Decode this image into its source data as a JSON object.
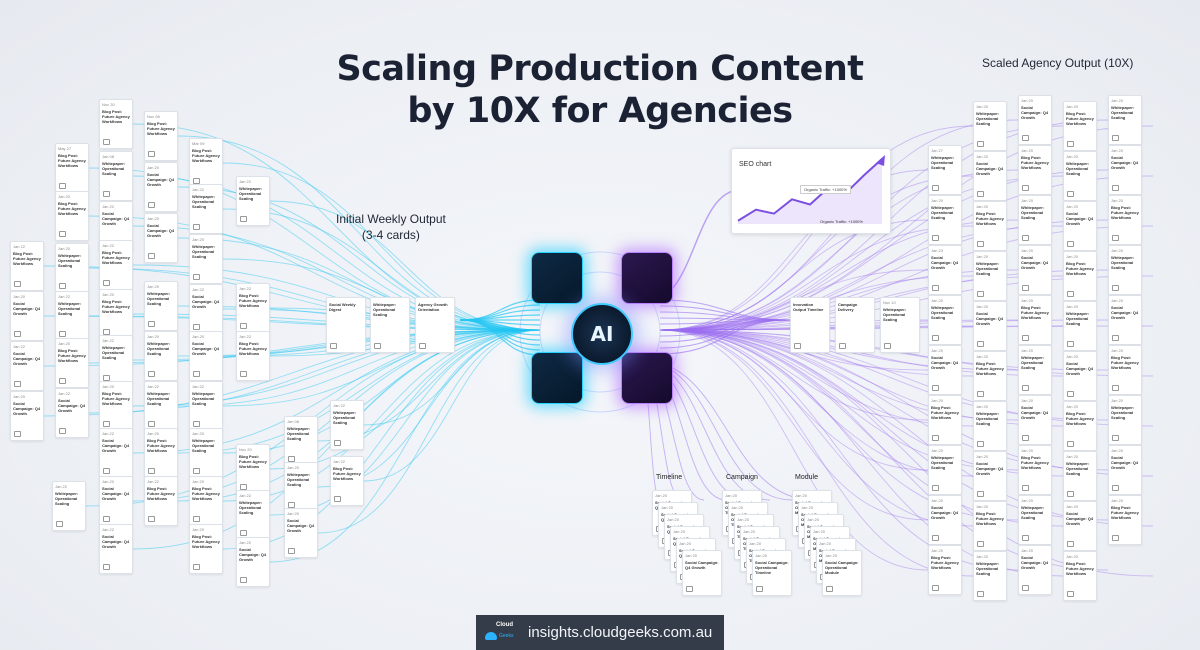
{
  "title_line1": "Scaling Production Content",
  "title_line2": "by 10X for Agencies",
  "initial_heading": "Initial Weekly Output",
  "initial_sub": "(3-4 cards)",
  "scaled_heading": "Scaled Agency Output (10X)",
  "ai_label": "AI",
  "seo_chart": {
    "label": "SEO chart",
    "legend": "Organic Traffic: +1000%",
    "footer": "Organic Traffic: +1000%",
    "trend": [
      0.05,
      0.22,
      0.16,
      0.38,
      0.3,
      0.55,
      0.48,
      0.75,
      1.0
    ]
  },
  "stack_labels": [
    "Timeline",
    "Campaign",
    "Module"
  ],
  "footer": {
    "logo_top": "Cloud",
    "logo_bottom": "Geeks",
    "url": "insights.cloudgeeks.com.au"
  },
  "colors": {
    "cyan": "#22c6f2",
    "violet": "#9a6cf0",
    "title": "#1b2233",
    "footer_bg": "#343c49"
  },
  "left_cards": [
    {
      "date": "Nov 20",
      "title": "Blog Post: Future Agency Workflows"
    },
    {
      "date": "Nov 08",
      "title": "Blog Post: Future Agency Workflows"
    },
    {
      "date": "May 27",
      "title": "Blog Post: Future Agency Workflows"
    },
    {
      "date": "Jan 08",
      "title": "Whitepaper: Operational Scaling"
    },
    {
      "date": "Mar 09",
      "title": "Blog Post: Future Agency Workflows"
    },
    {
      "date": "Jan 20",
      "title": "Social Campaign: Q4 Growth"
    },
    {
      "date": "Jan 22",
      "title": "Whitepaper: Operational Scaling"
    },
    {
      "date": "Jan 20",
      "title": "Blog Post: Future Agency Workflows"
    },
    {
      "date": "Jan 22",
      "title": "Social Campaign: Q4 Growth"
    },
    {
      "date": "Jan 22",
      "title": "Whitepaper: Operational Scaling"
    },
    {
      "date": "Jan 20",
      "title": "Social Campaign: Q4 Growth"
    },
    {
      "date": "Jan 22",
      "title": "Blog Post: Future Agency Workflows"
    },
    {
      "date": "Jan 20",
      "title": "Whitepaper: Operational Scaling"
    },
    {
      "date": "Jan 22",
      "title": "Blog Post: Future Agency Workflows"
    },
    {
      "date": "Jan 20",
      "title": "Whitepaper: Operational Scaling"
    },
    {
      "date": "Jan 22",
      "title": "Blog Post: Future Agency Workflows"
    },
    {
      "date": "Jan 20",
      "title": "Social Campaign: Q4 Growth"
    },
    {
      "date": "Jan 22",
      "title": "Whitepaper: Operational Scaling"
    },
    {
      "date": "Jan 20",
      "title": "Blog Post: Future Agency Workflows"
    },
    {
      "date": "Jan 22",
      "title": "Social Campaign: Q4 Growth"
    },
    {
      "date": "Jan 20",
      "title": "Whitepaper: Operational Scaling"
    },
    {
      "date": "Jan 22",
      "title": "Social Campaign: Q4 Growth"
    },
    {
      "date": "Jan 20",
      "title": "Blog Post: Future Agency Workflows"
    },
    {
      "date": "Jan 22",
      "title": "Whitepaper: Operational Scaling"
    },
    {
      "date": "Jan 20",
      "title": "Social Campaign: Q4 Growth"
    },
    {
      "date": "Jan 22",
      "title": "Blog Post: Future Agency Workflows"
    },
    {
      "date": "Jan 20",
      "title": "Whitepaper: Operational Scaling"
    },
    {
      "date": "Jan 22",
      "title": "Social Campaign: Q4 Growth"
    },
    {
      "date": "Jan 20",
      "title": "Blog Post: Future Agency Workflows"
    },
    {
      "date": "Jan 22",
      "title": "Whitepaper: Operational Scaling"
    },
    {
      "date": "Jan 20",
      "title": "Social Campaign: Q4 Growth"
    },
    {
      "date": "Jan 22",
      "title": "Whitepaper: Operational Scaling"
    },
    {
      "date": "Jan 20",
      "title": "Blog Post: Future Agency Workflows"
    },
    {
      "date": "Jan 22",
      "title": "Social Campaign: Q4 Growth"
    },
    {
      "date": "Jan 20",
      "title": "Whitepaper: Operational Scaling"
    },
    {
      "date": "Jan 22",
      "title": "Blog Post: Future Agency Workflows"
    },
    {
      "date": "Jan 20",
      "title": "Social Campaign: Q4 Growth"
    },
    {
      "date": "Jan 22",
      "title": "Whitepaper: Operational Scaling"
    },
    {
      "date": "Jan 20",
      "title": "Blog Post: Future Agency Workflows"
    },
    {
      "date": "Jan 22",
      "title": "Social Campaign: Q4 Growth"
    }
  ],
  "initial_cards": [
    {
      "date": "",
      "title": "Social Weekly Digest"
    },
    {
      "date": "",
      "title": "Whitepaper: Operational Scaling"
    },
    {
      "date": "",
      "title": "Agency Growth Orientation"
    }
  ],
  "center_right_cards": [
    {
      "date": "",
      "title": "Innovation Output Timeline"
    },
    {
      "date": "",
      "title": "Campaign Delivery"
    },
    {
      "date": "Nov 10",
      "title": "Whitepaper: Operational Scaling"
    }
  ],
  "right_cards": [
    {
      "date": "Jan 27",
      "title": "Whitepaper: Operational Scaling"
    },
    {
      "date": "Jan 20",
      "title": "Whitepaper: Operational Scaling"
    },
    {
      "date": "Jan 23",
      "title": "Social Campaign: Q4 Growth"
    },
    {
      "date": "Jan 20",
      "title": "Whitepaper: Operational Scaling"
    },
    {
      "date": "Jan 20",
      "title": "Social Campaign: Q4 Growth"
    },
    {
      "date": "Jan 20",
      "title": "Blog Post: Future Agency Workflows"
    },
    {
      "date": "Jan 20",
      "title": "Whitepaper: Operational Scaling"
    },
    {
      "date": "Jan 20",
      "title": "Social Campaign: Q4 Growth"
    },
    {
      "date": "Jan 20",
      "title": "Blog Post: Future Agency Workflows"
    },
    {
      "date": "Jan 20",
      "title": "Whitepaper: Operational Scaling"
    },
    {
      "date": "Jan 20",
      "title": "Social Campaign: Q4 Growth"
    },
    {
      "date": "Jan 20",
      "title": "Blog Post: Future Agency Workflows"
    },
    {
      "date": "Jan 20",
      "title": "Whitepaper: Operational Scaling"
    },
    {
      "date": "Jan 20",
      "title": "Social Campaign: Q4 Growth"
    },
    {
      "date": "Jan 20",
      "title": "Blog Post: Future Agency Workflows"
    },
    {
      "date": "Jan 20",
      "title": "Whitepaper: Operational Scaling"
    },
    {
      "date": "Jan 20",
      "title": "Social Campaign: Q4 Growth"
    },
    {
      "date": "Jan 20",
      "title": "Blog Post: Future Agency Workflows"
    },
    {
      "date": "Jan 20",
      "title": "Whitepaper: Operational Scaling"
    },
    {
      "date": "Jan 20",
      "title": "Social Campaign: Q4 Growth"
    },
    {
      "date": "Jan 20",
      "title": "Blog Post: Future Agency Workflows"
    },
    {
      "date": "Jan 20",
      "title": "Whitepaper: Operational Scaling"
    },
    {
      "date": "Jan 20",
      "title": "Social Campaign: Q4 Growth"
    },
    {
      "date": "Jan 20",
      "title": "Blog Post: Future Agency Workflows"
    },
    {
      "date": "Jan 20",
      "title": "Whitepaper: Operational Scaling"
    },
    {
      "date": "Jan 20",
      "title": "Social Campaign: Q4 Growth"
    },
    {
      "date": "Jan 20",
      "title": "Blog Post: Future Agency Workflows"
    },
    {
      "date": "Jan 20",
      "title": "Whitepaper: Operational Scaling"
    },
    {
      "date": "Jan 20",
      "title": "Social Campaign: Q4 Growth"
    },
    {
      "date": "Jan 20",
      "title": "Blog Post: Future Agency Workflows"
    },
    {
      "date": "Jan 20",
      "title": "Whitepaper: Operational Scaling"
    },
    {
      "date": "Jan 20",
      "title": "Social Campaign: Q4 Growth"
    },
    {
      "date": "Jan 20",
      "title": "Blog Post: Future Agency Workflows"
    },
    {
      "date": "Jan 20",
      "title": "Whitepaper: Operational Scaling"
    },
    {
      "date": "Jan 20",
      "title": "Social Campaign: Q4 Growth"
    },
    {
      "date": "Jan 20",
      "title": "Blog Post: Future Agency Workflows"
    },
    {
      "date": "Jan 20",
      "title": "Whitepaper: Operational Scaling"
    },
    {
      "date": "Jan 20",
      "title": "Social Campaign: Q4 Growth"
    },
    {
      "date": "Jan 20",
      "title": "Blog Post: Future Agency Workflows"
    },
    {
      "date": "Jan 20",
      "title": "Whitepaper: Operational Scaling"
    },
    {
      "date": "Jan 20",
      "title": "Social Campaign: Q4 Growth"
    },
    {
      "date": "Jan 20",
      "title": "Blog Post: Future Agency Workflows"
    },
    {
      "date": "Jan 20",
      "title": "Whitepaper: Operational Scaling"
    },
    {
      "date": "Jan 20",
      "title": "Social Campaign: Q4 Growth"
    },
    {
      "date": "Jan 20",
      "title": "Blog Post: Future Agency Workflows"
    },
    {
      "date": "Jan 20",
      "title": "Whitepaper: Operational Scaling"
    },
    {
      "date": "Jan 20",
      "title": "Social Campaign: Q4 Growth"
    },
    {
      "date": "Jan 20",
      "title": "Blog Post: Future Agency Workflows"
    }
  ],
  "stack_cards": [
    {
      "date": "Jan 20",
      "title": "Social Campaign: Q4 Growth"
    },
    {
      "date": "Jan 20",
      "title": "Social Campaign: Operational Timeline"
    },
    {
      "date": "Jan 20",
      "title": "Social Campaign: Operational Module"
    }
  ]
}
